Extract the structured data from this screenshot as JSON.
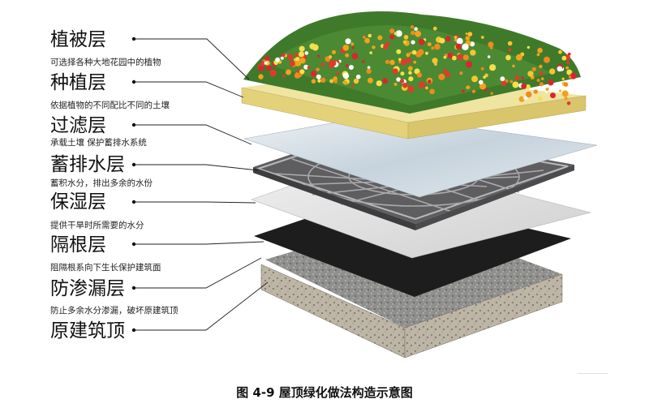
{
  "layers": [
    {
      "name": "植被层",
      "desc": "可选择各种大地花园中的植物"
    },
    {
      "name": "种植层",
      "desc": "依据植物的不同配比不同的土壤"
    },
    {
      "name": "过滤层",
      "desc": "承载土壤 保护蓄排水系统"
    },
    {
      "name": "蓄排水层",
      "desc": "蓄积水分，排出多余的水份"
    },
    {
      "name": "保湿层",
      "desc": "提供干旱时所需要的水分"
    },
    {
      "name": "隔根层",
      "desc": "阻隔根系向下生长保护建筑面"
    },
    {
      "name": "防渗漏层",
      "desc": "防止多余水分渗漏，破坏原建筑顶"
    },
    {
      "name": "原建筑顶",
      "desc": ""
    }
  ],
  "caption": "图 4-9  屋顶绿化做法构造示意图",
  "colors": {
    "vegetation": "#3f7a2a",
    "planting": "#e8dc82",
    "filter": "#c6d3dd",
    "drainage": "#6e6e70",
    "moisture": "#d4d4d4",
    "root_barrier": "#1e1d1d",
    "waterproof": "#b9b4aa",
    "roof": "#8a8478",
    "leader": "#222222"
  }
}
